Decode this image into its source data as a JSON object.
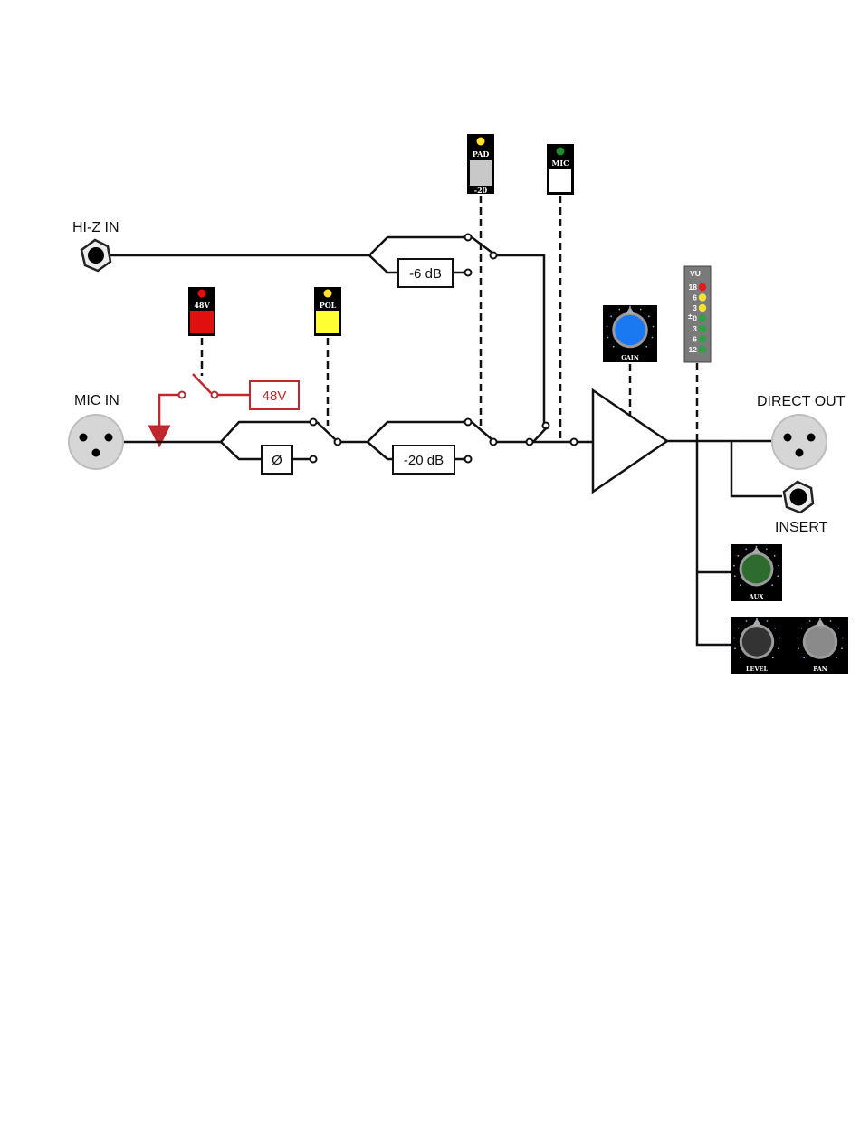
{
  "labels": {
    "hiz_in": "HI-Z IN",
    "mic_in": "MIC IN",
    "direct_out": "DIRECT OUT",
    "insert": "INSERT"
  },
  "boxes": {
    "pad6": "-6 dB",
    "phase": "Ø",
    "pad20": "-20 dB",
    "phantom": "48V"
  },
  "buttons": {
    "pad": {
      "top": "PAD",
      "bottom": "-20",
      "led": "#ffe033",
      "face": "#c8c8c8"
    },
    "mic": {
      "top": "MIC",
      "led": "#1f8a2e",
      "face": "#ffffff"
    },
    "phantom": {
      "top": "48V",
      "led": "#e01010",
      "face": "#e01010"
    },
    "pol": {
      "top": "POL",
      "led": "#ffe033",
      "face": "#ffff33"
    }
  },
  "knobs": {
    "gain": {
      "label": "GAIN",
      "color": "#1a78f0"
    },
    "aux": {
      "label": "AUX",
      "color": "#2e6b2e"
    },
    "level": {
      "label": "LEVEL",
      "color": "#333333"
    },
    "pan": {
      "label": "PAN",
      "color": "#8a8a8a"
    }
  },
  "vu": {
    "title": "VU",
    "rows": [
      {
        "label": "18",
        "color": "#e01b1b"
      },
      {
        "label": "6",
        "color": "#f2e233"
      },
      {
        "label": "3",
        "color": "#f2e233"
      },
      {
        "label": "0",
        "color": "#2fa043"
      },
      {
        "label": "3",
        "color": "#2fa043"
      },
      {
        "label": "6",
        "color": "#2fa043"
      },
      {
        "label": "12",
        "color": "#2fa043"
      }
    ]
  },
  "colors": {
    "line": "#111111",
    "phantom_red": "#c0282d",
    "panel": "#000000"
  }
}
